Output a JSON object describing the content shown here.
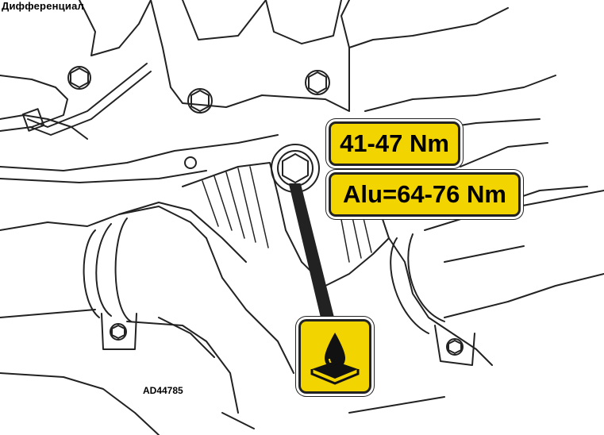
{
  "title": "Дифференциал",
  "callouts": {
    "torque": "41-47 Nm",
    "alu_torque": "Alu=64-76 Nm"
  },
  "figure_code": "AD44785",
  "colors": {
    "highlight": "#f2d400",
    "ink": "#222222"
  },
  "icons": {
    "oil": "oil-drop-icon"
  }
}
